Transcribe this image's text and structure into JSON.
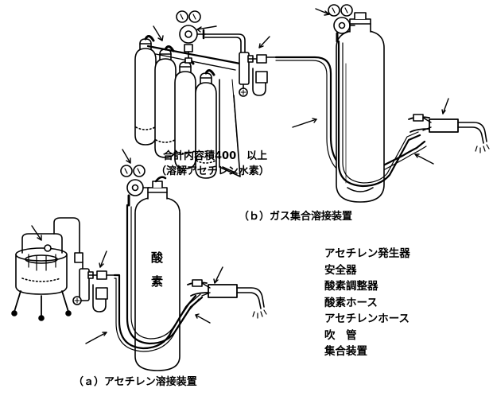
{
  "labels": {
    "total_volume_line1": "合計内容積400　以上",
    "total_volume_line2": "（溶解アセチレン水素）",
    "caption_b": "（ｂ）ガス集合溶接装置",
    "caption_a": "（ａ）アセチレン溶接装置",
    "cylinder_char_1": "酸",
    "cylinder_char_2": "素"
  },
  "legend": [
    "アセチレン発生器",
    "安全器",
    "酸素調整器",
    "酸素ホース",
    "アセチレンホース",
    "吹　管",
    "集合装置"
  ]
}
